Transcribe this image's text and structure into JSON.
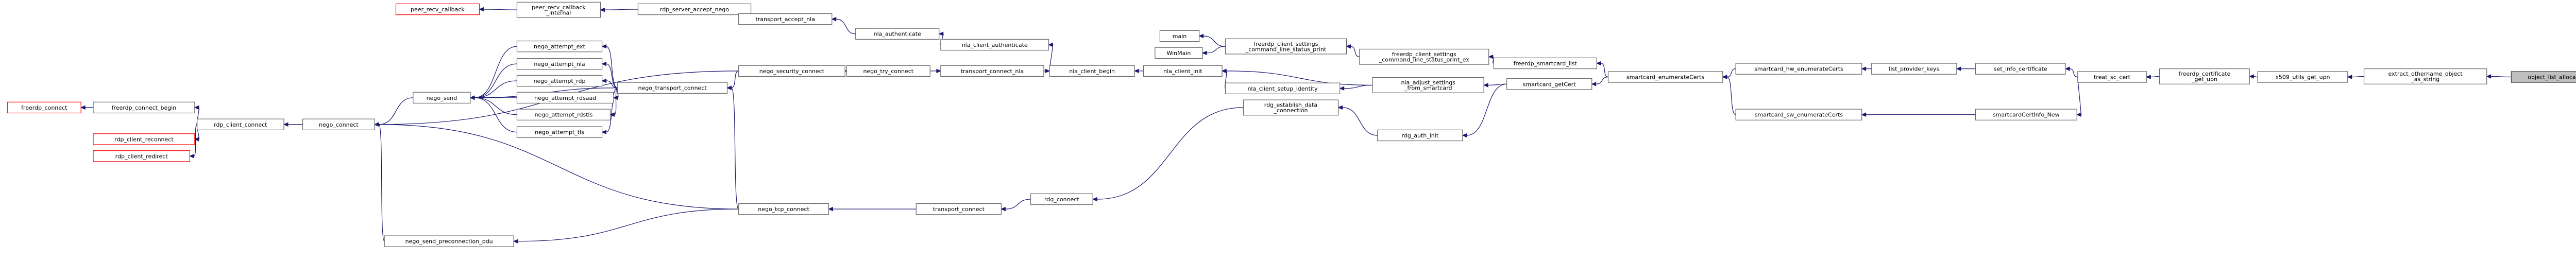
{
  "graph": {
    "colors": {
      "edge": "#191970",
      "node_border": "#666666",
      "red_border": "#ff0000",
      "root_fill": "#bfbfbf"
    },
    "nodes": [
      {
        "id": "peer_recv_callback",
        "label": [
          "peer_recv_callback"
        ],
        "style": "red"
      },
      {
        "id": "peer_recv_callback_internal",
        "label": [
          "peer_recv_callback",
          "_internal"
        ]
      },
      {
        "id": "rdp_server_accept_nego",
        "label": [
          "rdp_server_accept_nego"
        ]
      },
      {
        "id": "transport_accept_nla",
        "label": [
          "transport_accept_nla"
        ]
      },
      {
        "id": "nla_authenticate",
        "label": [
          "nla_authenticate"
        ]
      },
      {
        "id": "nla_client_authenticate",
        "label": [
          "nla_client_authenticate"
        ]
      },
      {
        "id": "nego_attempt_ext",
        "label": [
          "nego_attempt_ext"
        ]
      },
      {
        "id": "nego_attempt_nla",
        "label": [
          "nego_attempt_nla"
        ]
      },
      {
        "id": "nego_attempt_rdp",
        "label": [
          "nego_attempt_rdp"
        ]
      },
      {
        "id": "nego_attempt_rdsaad",
        "label": [
          "nego_attempt_rdsaad"
        ]
      },
      {
        "id": "nego_attempt_rdstls",
        "label": [
          "nego_attempt_rdstls"
        ]
      },
      {
        "id": "nego_attempt_tls",
        "label": [
          "nego_attempt_tls"
        ]
      },
      {
        "id": "nego_send",
        "label": [
          "nego_send"
        ]
      },
      {
        "id": "nego_transport_connect",
        "label": [
          "nego_transport_connect"
        ]
      },
      {
        "id": "nego_security_connect",
        "label": [
          "nego_security_connect"
        ]
      },
      {
        "id": "nego_try_connect",
        "label": [
          "nego_try_connect"
        ]
      },
      {
        "id": "transport_connect_nla",
        "label": [
          "transport_connect_nla"
        ]
      },
      {
        "id": "nla_client_begin",
        "label": [
          "nla_client_begin"
        ]
      },
      {
        "id": "nla_client_init",
        "label": [
          "nla_client_init"
        ]
      },
      {
        "id": "main",
        "label": [
          "main"
        ]
      },
      {
        "id": "WinMain",
        "label": [
          "WinMain"
        ]
      },
      {
        "id": "freerdp_client_settings_command_line_status_print",
        "label": [
          "freerdp_client_settings",
          "_command_line_status_print"
        ]
      },
      {
        "id": "freerdp_client_settings_command_line_status_print_ex",
        "label": [
          "freerdp_client_settings",
          "_command_line_status_print_ex"
        ]
      },
      {
        "id": "freerdp_smartcard_list",
        "label": [
          "freerdp_smartcard_list"
        ]
      },
      {
        "id": "nla_client_setup_identity",
        "label": [
          "nla_client_setup_identity"
        ]
      },
      {
        "id": "nla_adjust_settings_from_smartcard",
        "label": [
          "nla_adjust_settings",
          "_from_smartcard"
        ]
      },
      {
        "id": "smartcard_getCert",
        "label": [
          "smartcard_getCert"
        ]
      },
      {
        "id": "rdg_establish_data_connection",
        "label": [
          "rdg_establish_data",
          "_connection"
        ]
      },
      {
        "id": "rdg_auth_init",
        "label": [
          "rdg_auth_init"
        ]
      },
      {
        "id": "smartcard_enumerateCerts",
        "label": [
          "smartcard_enumerateCerts"
        ]
      },
      {
        "id": "smartcard_hw_enumerateCerts",
        "label": [
          "smartcard_hw_enumerateCerts"
        ]
      },
      {
        "id": "smartcard_sw_enumerateCerts",
        "label": [
          "smartcard_sw_enumerateCerts"
        ]
      },
      {
        "id": "list_provider_keys",
        "label": [
          "list_provider_keys"
        ]
      },
      {
        "id": "set_info_certificate",
        "label": [
          "set_info_certificate"
        ]
      },
      {
        "id": "smartcardCertInfo_New",
        "label": [
          "smartcardCertInfo_New"
        ]
      },
      {
        "id": "treat_sc_cert",
        "label": [
          "treat_sc_cert"
        ]
      },
      {
        "id": "freerdp_certificate_get_upn",
        "label": [
          "freerdp_certificate",
          "_get_upn"
        ]
      },
      {
        "id": "x509_utils_get_upn",
        "label": [
          "x509_utils_get_upn"
        ]
      },
      {
        "id": "extract_othername_object_as_string",
        "label": [
          "extract_othername_object",
          "_as_string"
        ]
      },
      {
        "id": "object_list_allocate",
        "label": [
          "object_list_allocate"
        ],
        "style": "root"
      },
      {
        "id": "freerdp_connect",
        "label": [
          "freerdp_connect"
        ],
        "style": "red"
      },
      {
        "id": "freerdp_connect_begin",
        "label": [
          "freerdp_connect_begin"
        ]
      },
      {
        "id": "rdp_client_reconnect",
        "label": [
          "rdp_client_reconnect"
        ],
        "style": "red"
      },
      {
        "id": "rdp_client_redirect",
        "label": [
          "rdp_client_redirect"
        ],
        "style": "red"
      },
      {
        "id": "rdp_client_connect",
        "label": [
          "rdp_client_connect"
        ]
      },
      {
        "id": "nego_connect",
        "label": [
          "nego_connect"
        ]
      },
      {
        "id": "nego_tcp_connect",
        "label": [
          "nego_tcp_connect"
        ]
      },
      {
        "id": "transport_connect",
        "label": [
          "transport_connect"
        ]
      },
      {
        "id": "rdg_connect",
        "label": [
          "rdg_connect"
        ]
      },
      {
        "id": "nego_send_preconnection_pdu",
        "label": [
          "nego_send_preconnection_pdu"
        ]
      }
    ],
    "edges": [
      [
        "peer_recv_callback_internal",
        "peer_recv_callback"
      ],
      [
        "rdp_server_accept_nego",
        "peer_recv_callback_internal"
      ],
      [
        "transport_accept_nla",
        "rdp_server_accept_nego"
      ],
      [
        "nla_authenticate",
        "transport_accept_nla"
      ],
      [
        "nla_client_authenticate",
        "nla_authenticate"
      ],
      [
        "nla_client_begin",
        "nla_client_authenticate"
      ],
      [
        "transport_connect_nla",
        "nla_client_begin"
      ],
      [
        "nego_try_connect",
        "transport_connect_nla"
      ],
      [
        "nego_security_connect",
        "nego_try_connect"
      ],
      [
        "nego_security_connect",
        "nego_connect"
      ],
      [
        "nego_transport_connect",
        "nego_attempt_ext"
      ],
      [
        "nego_transport_connect",
        "nego_attempt_nla"
      ],
      [
        "nego_transport_connect",
        "nego_attempt_rdp"
      ],
      [
        "nego_transport_connect",
        "nego_attempt_rdsaad"
      ],
      [
        "nego_transport_connect",
        "nego_attempt_rdstls"
      ],
      [
        "nego_transport_connect",
        "nego_attempt_tls"
      ],
      [
        "nego_transport_connect",
        "nego_send"
      ],
      [
        "nego_security_connect",
        "nego_transport_connect"
      ],
      [
        "nego_tcp_connect",
        "nego_transport_connect"
      ],
      [
        "nego_attempt_ext",
        "nego_send"
      ],
      [
        "nego_attempt_nla",
        "nego_send"
      ],
      [
        "nego_attempt_rdp",
        "nego_send"
      ],
      [
        "nego_attempt_rdsaad",
        "nego_send"
      ],
      [
        "nego_attempt_rdstls",
        "nego_send"
      ],
      [
        "nego_attempt_tls",
        "nego_send"
      ],
      [
        "nego_send",
        "nego_connect"
      ],
      [
        "nego_tcp_connect",
        "nego_connect"
      ],
      [
        "nego_tcp_connect",
        "nego_send_preconnection_pdu"
      ],
      [
        "nego_send_preconnection_pdu",
        "nego_connect"
      ],
      [
        "transport_connect",
        "nego_tcp_connect"
      ],
      [
        "rdg_connect",
        "transport_connect"
      ],
      [
        "rdg_establish_data_connection",
        "rdg_connect"
      ],
      [
        "rdg_auth_init",
        "rdg_establish_data_connection"
      ],
      [
        "nego_connect",
        "rdp_client_connect"
      ],
      [
        "rdp_client_connect",
        "freerdp_connect_begin"
      ],
      [
        "rdp_client_connect",
        "rdp_client_reconnect"
      ],
      [
        "rdp_client_connect",
        "rdp_client_redirect"
      ],
      [
        "freerdp_connect_begin",
        "freerdp_connect"
      ],
      [
        "nla_client_init",
        "nla_client_begin"
      ],
      [
        "nla_client_setup_identity",
        "nla_client_init"
      ],
      [
        "nla_adjust_settings_from_smartcard",
        "nla_client_init"
      ],
      [
        "nla_adjust_settings_from_smartcard",
        "nla_client_setup_identity"
      ],
      [
        "freerdp_client_settings_command_line_status_print",
        "main"
      ],
      [
        "freerdp_client_settings_command_line_status_print",
        "WinMain"
      ],
      [
        "freerdp_client_settings_command_line_status_print_ex",
        "freerdp_client_settings_command_line_status_print"
      ],
      [
        "freerdp_smartcard_list",
        "freerdp_client_settings_command_line_status_print_ex"
      ],
      [
        "smartcard_getCert",
        "nla_adjust_settings_from_smartcard"
      ],
      [
        "smartcard_getCert",
        "rdg_auth_init"
      ],
      [
        "smartcard_enumerateCerts",
        "freerdp_smartcard_list"
      ],
      [
        "smartcard_enumerateCerts",
        "smartcard_getCert"
      ],
      [
        "smartcard_hw_enumerateCerts",
        "smartcard_enumerateCerts"
      ],
      [
        "smartcard_sw_enumerateCerts",
        "smartcard_enumerateCerts"
      ],
      [
        "list_provider_keys",
        "smartcard_hw_enumerateCerts"
      ],
      [
        "set_info_certificate",
        "list_provider_keys"
      ],
      [
        "smartcardCertInfo_New",
        "smartcard_sw_enumerateCerts"
      ],
      [
        "treat_sc_cert",
        "set_info_certificate"
      ],
      [
        "treat_sc_cert",
        "smartcardCertInfo_New"
      ],
      [
        "freerdp_certificate_get_upn",
        "treat_sc_cert"
      ],
      [
        "x509_utils_get_upn",
        "freerdp_certificate_get_upn"
      ],
      [
        "extract_othername_object_as_string",
        "x509_utils_get_upn"
      ],
      [
        "object_list_allocate",
        "extract_othername_object_as_string"
      ]
    ]
  }
}
